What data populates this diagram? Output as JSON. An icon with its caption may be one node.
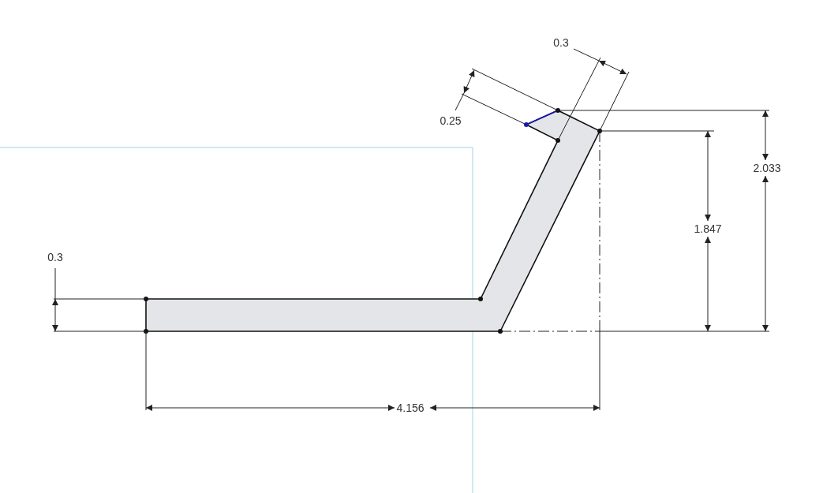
{
  "diagram": {
    "labels": [
      "0.3",
      "0.25",
      "2.033",
      "1.847",
      "0.3",
      "4.156"
    ]
  }
}
